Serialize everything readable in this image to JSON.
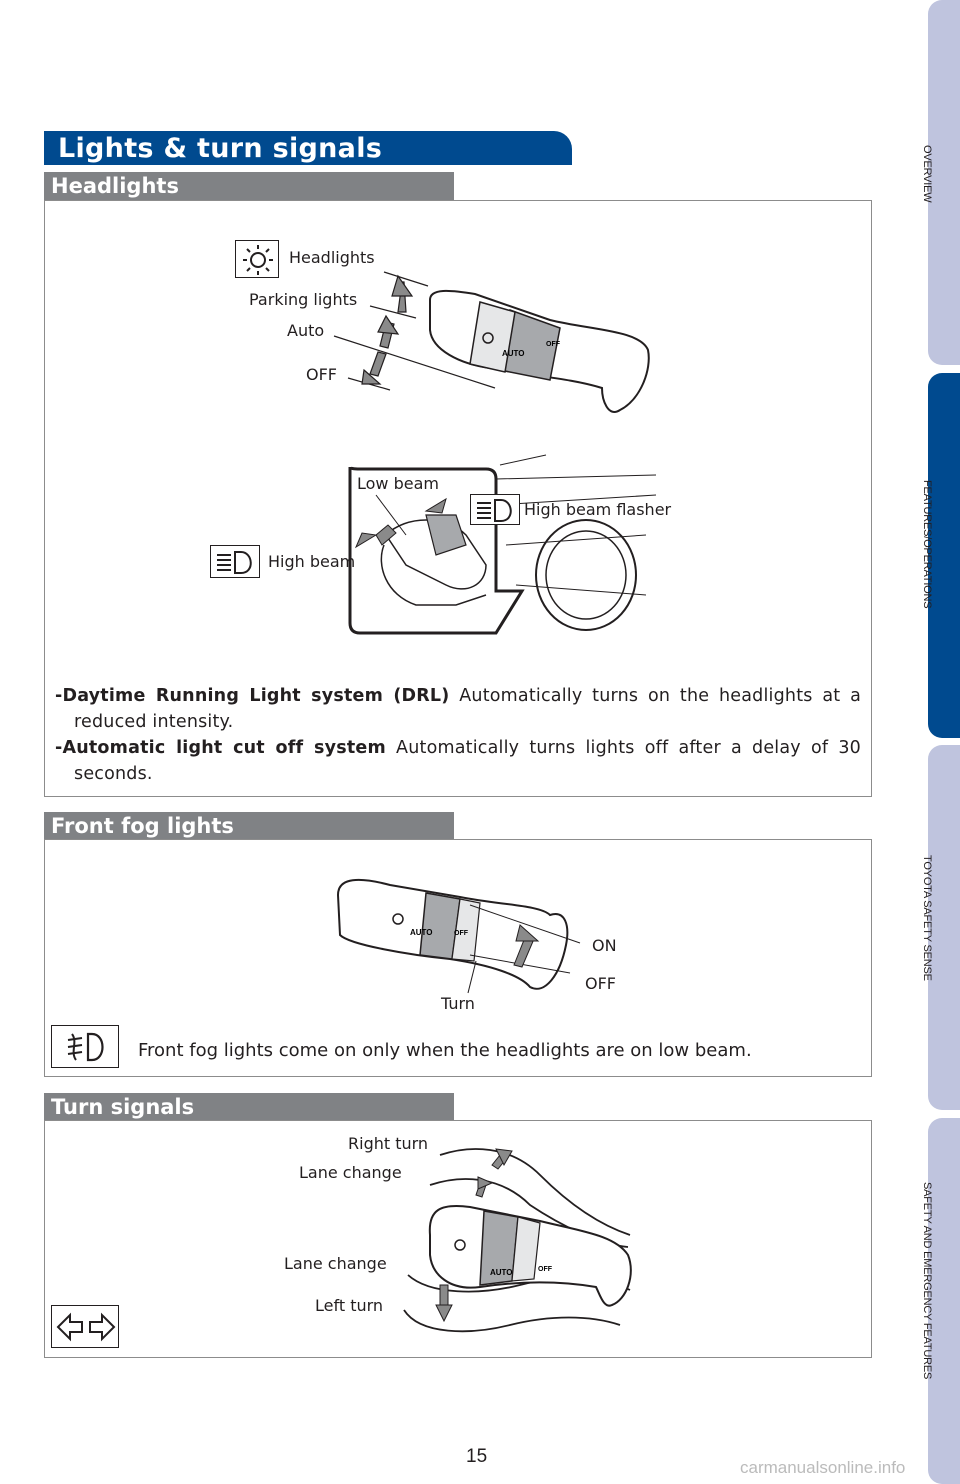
{
  "page_title": "Lights & turn signals",
  "sections": {
    "headlights": {
      "heading": "Headlights",
      "labels": {
        "headlights": "Headlights",
        "parking": "Parking lights",
        "auto": "Auto",
        "off": "OFF",
        "low_beam": "Low beam",
        "high_beam_flasher": "High beam flasher",
        "high_beam": "High beam"
      },
      "drl_title": "-Daytime Running Light system (DRL)",
      "drl_text": " Automatically turns on the headlights at a reduced intensity.",
      "cutoff_title": "-Automatic light cut off system",
      "cutoff_text": " Automatically turns lights off after a delay of 30 seconds."
    },
    "fog": {
      "heading": "Front fog lights",
      "labels": {
        "on": "ON",
        "off": "OFF",
        "turn": "Turn"
      },
      "note": "Front fog lights come on only when the headlights are on low beam."
    },
    "turn": {
      "heading": "Turn signals",
      "labels": {
        "right_turn": "Right turn",
        "lane_change_up": "Lane change",
        "lane_change_down": "Lane change",
        "left_turn": "Left turn"
      }
    }
  },
  "switch_marks": {
    "auto": "AUTO",
    "off": "OFF"
  },
  "side_tabs": [
    {
      "label": "Overview",
      "active": false
    },
    {
      "label": "Features/Operations",
      "active": true
    },
    {
      "label": "Toyota Safety Sense",
      "active": false
    },
    {
      "label": "Safety and Emergency Features",
      "active": false
    }
  ],
  "page_number": "15",
  "watermark": "carmanualsonline.info",
  "colors": {
    "title_blue": "#004a8f",
    "section_gray": "#808285",
    "tab_inactive": "#bfc4de",
    "arrow_gray": "#8a8a8a"
  }
}
